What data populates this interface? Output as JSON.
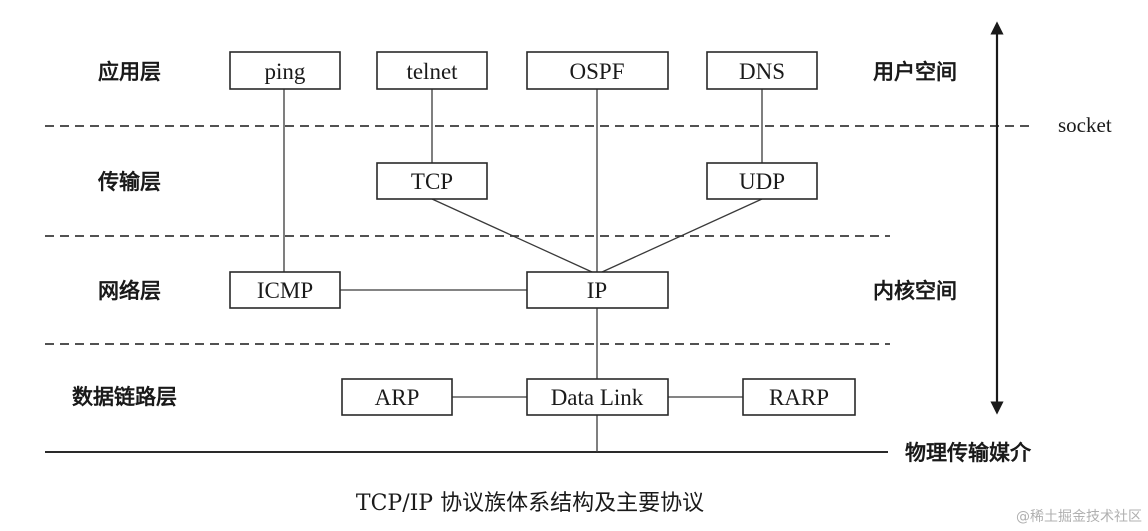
{
  "layers": {
    "application": "应用层",
    "transport": "传输层",
    "network": "网络层",
    "datalink": "数据链路层",
    "physical": "物理传输媒介"
  },
  "spaces": {
    "user": "用户空间",
    "kernel": "内核空间",
    "socket": "socket"
  },
  "protocols": {
    "ping": "ping",
    "telnet": "telnet",
    "ospf": "OSPF",
    "dns": "DNS",
    "tcp": "TCP",
    "udp": "UDP",
    "icmp": "ICMP",
    "ip": "IP",
    "arp": "ARP",
    "datalink": "Data Link",
    "rarp": "RARP"
  },
  "caption": "TCP/IP 协议族体系结构及主要协议",
  "watermark": "@稀土掘金技术社区"
}
